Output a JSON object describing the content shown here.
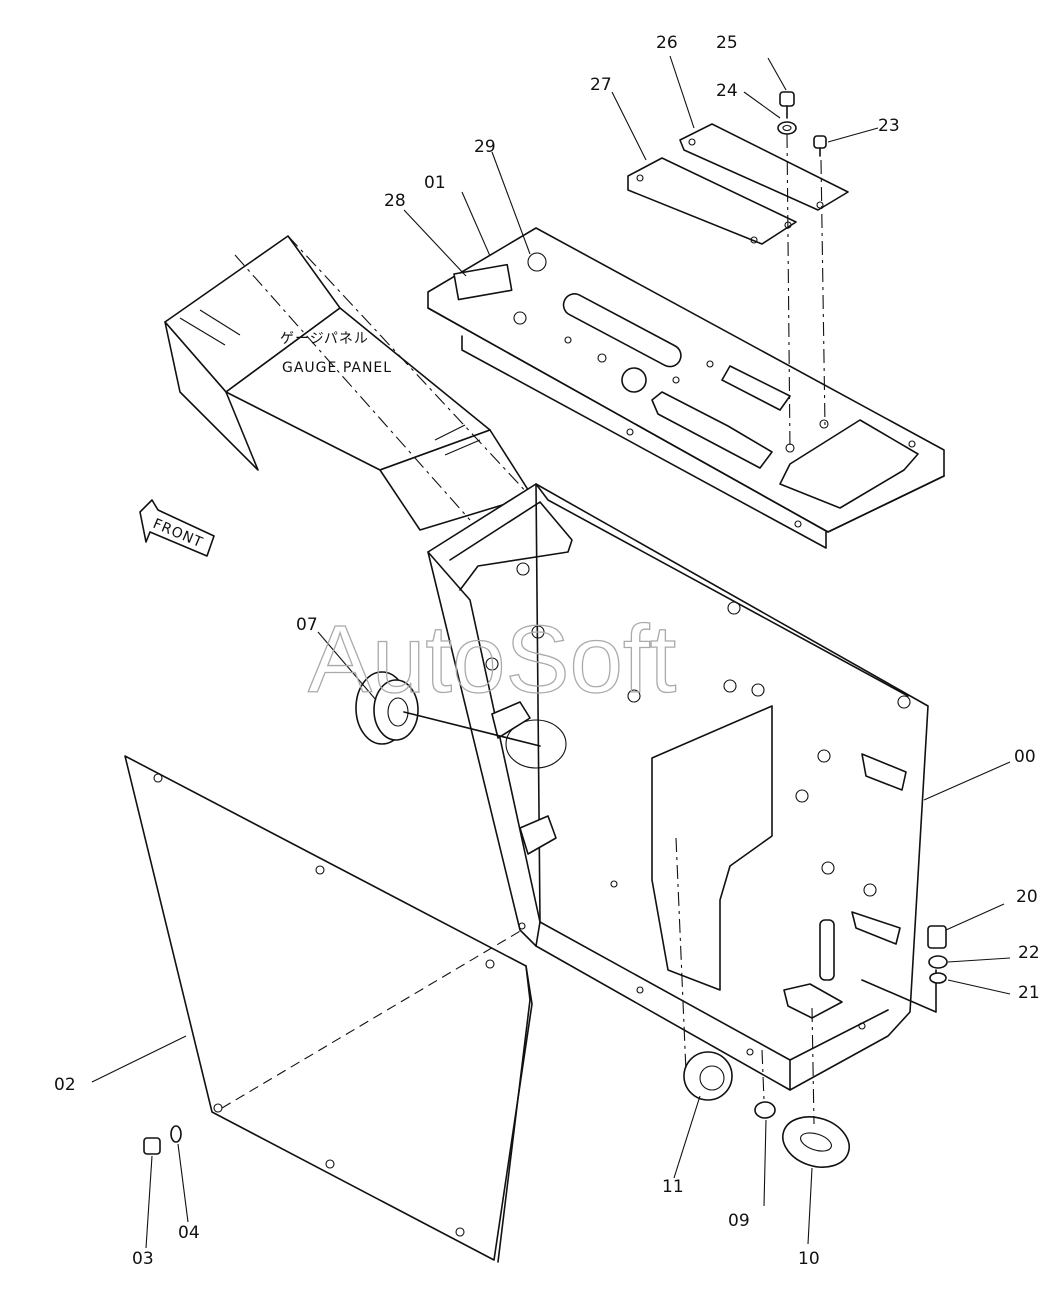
{
  "labels": {
    "p00": "00",
    "p01": "01",
    "p02": "02",
    "p03": "03",
    "p04": "04",
    "p07": "07",
    "p09": "09",
    "p10": "10",
    "p11": "11",
    "p20": "20",
    "p21": "21",
    "p22": "22",
    "p23": "23",
    "p24": "24",
    "p25": "25",
    "p26": "26",
    "p27": "27",
    "p28": "28",
    "p29": "29"
  },
  "annotations": {
    "gauge_panel_jp": "ゲージパネル",
    "gauge_panel_en": "GAUGE PANEL",
    "front": "FRONT"
  },
  "watermark": "AutoSoft"
}
